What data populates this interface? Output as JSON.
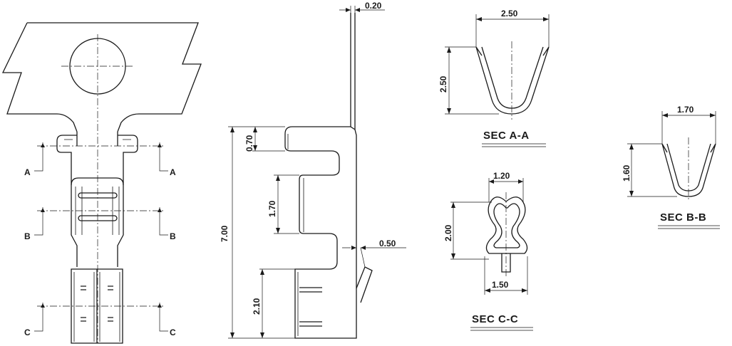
{
  "dimensions": {
    "top_thickness": "0.20",
    "height_0_70": "0.70",
    "height_1_70": "1.70",
    "total_7_00": "7.00",
    "bottom_2_10": "2.10",
    "side_0_50": "0.50",
    "aa_width": "2.50",
    "aa_height": "2.50",
    "bb_width": "1.70",
    "bb_height": "1.60",
    "cc_top_width": "1.20",
    "cc_height": "2.00",
    "cc_bottom_width": "1.50"
  },
  "section_markers": {
    "a_left": "A",
    "a_right": "A",
    "b_left": "B",
    "b_right": "B",
    "c_left": "C",
    "c_right": "C"
  },
  "section_titles": {
    "aa": "SEC  A-A",
    "bb": "SEC  B-B",
    "cc": "SEC  C-C"
  }
}
